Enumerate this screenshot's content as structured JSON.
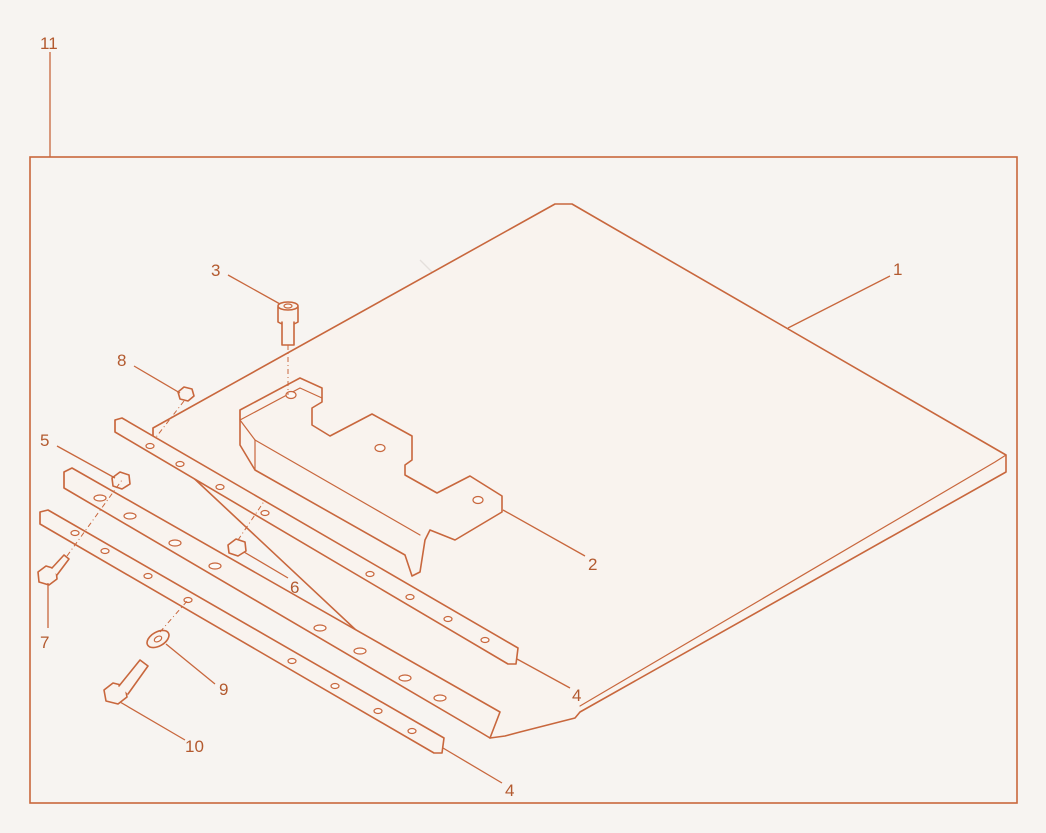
{
  "diagram": {
    "accent_color": "#c8673d",
    "label_color": "#b35a2f",
    "background_color": "#f7f4f1",
    "callouts": [
      {
        "id": "c11",
        "text": "11"
      },
      {
        "id": "c1",
        "text": "1"
      },
      {
        "id": "c2",
        "text": "2"
      },
      {
        "id": "c3",
        "text": "3"
      },
      {
        "id": "c4a",
        "text": "4"
      },
      {
        "id": "c4b",
        "text": "4"
      },
      {
        "id": "c5",
        "text": "5"
      },
      {
        "id": "c6",
        "text": "6"
      },
      {
        "id": "c7",
        "text": "7"
      },
      {
        "id": "c8",
        "text": "8"
      },
      {
        "id": "c9",
        "text": "9"
      },
      {
        "id": "c10",
        "text": "10"
      }
    ],
    "parts": [
      {
        "id": "1",
        "icon": "base-plate"
      },
      {
        "id": "2",
        "icon": "mounting-bracket"
      },
      {
        "id": "3",
        "icon": "socket-cap-screw"
      },
      {
        "id": "4",
        "icon": "slotted-rail"
      },
      {
        "id": "5",
        "icon": "nut"
      },
      {
        "id": "6",
        "icon": "nut"
      },
      {
        "id": "7",
        "icon": "hex-bolt"
      },
      {
        "id": "8",
        "icon": "nut"
      },
      {
        "id": "9",
        "icon": "washer"
      },
      {
        "id": "10",
        "icon": "hex-bolt"
      }
    ]
  }
}
